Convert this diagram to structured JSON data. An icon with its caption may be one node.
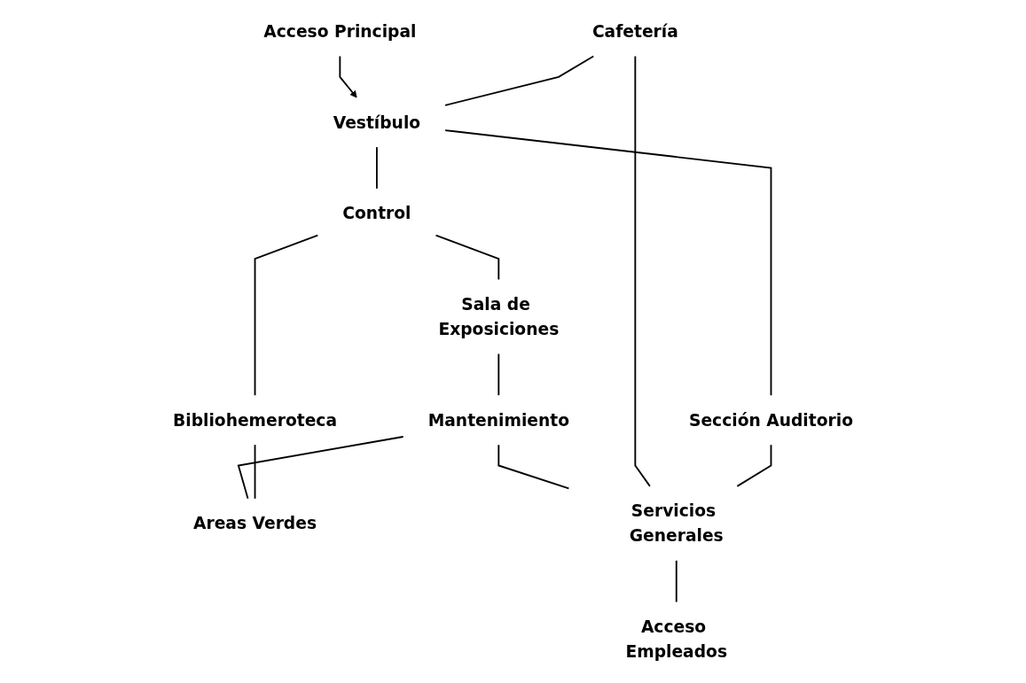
{
  "diagram": {
    "nodes": [
      {
        "text": [
          "Acceso Principal"
        ]
      },
      {
        "text": [
          "Cafetería"
        ]
      },
      {
        "text": [
          "Vestíbulo"
        ]
      },
      {
        "text": [
          "Sección Auditorio"
        ]
      },
      {
        "text": [
          "Control"
        ]
      },
      {
        "text": [
          "Sala de Exposiciones"
        ]
      },
      {
        "text": [
          "Bibliohemeroteca"
        ]
      },
      {
        "text": [
          "Mantenimiento"
        ]
      },
      {
        "text": [
          "Areas Verdes"
        ]
      },
      {
        "text": [
          "Servicios Generales"
        ]
      },
      {
        "text": [
          "Acceso Empleados"
        ]
      }
    ],
    "edges": [
      {
        "from": 0,
        "to": 2,
        "arrow": "to"
      },
      {
        "from": 1,
        "to": 2,
        "arrow": "none"
      },
      {
        "from": 2,
        "to": 3,
        "arrow": "none"
      },
      {
        "from": 2,
        "to": 4,
        "arrow": "none"
      },
      {
        "from": 4,
        "to": 5,
        "arrow": "none"
      },
      {
        "from": 4,
        "to": 6,
        "arrow": "none"
      },
      {
        "from": 5,
        "to": 7,
        "arrow": "none"
      },
      {
        "from": 7,
        "to": 8,
        "arrow": "none"
      },
      {
        "from": 6,
        "to": 8,
        "arrow": "none"
      },
      {
        "from": 7,
        "to": 9,
        "arrow": "none"
      },
      {
        "from": 1,
        "to": 9,
        "arrow": "none"
      },
      {
        "from": 3,
        "to": 9,
        "arrow": "none"
      },
      {
        "from": 9,
        "to": 10,
        "arrow": "none"
      }
    ]
  }
}
